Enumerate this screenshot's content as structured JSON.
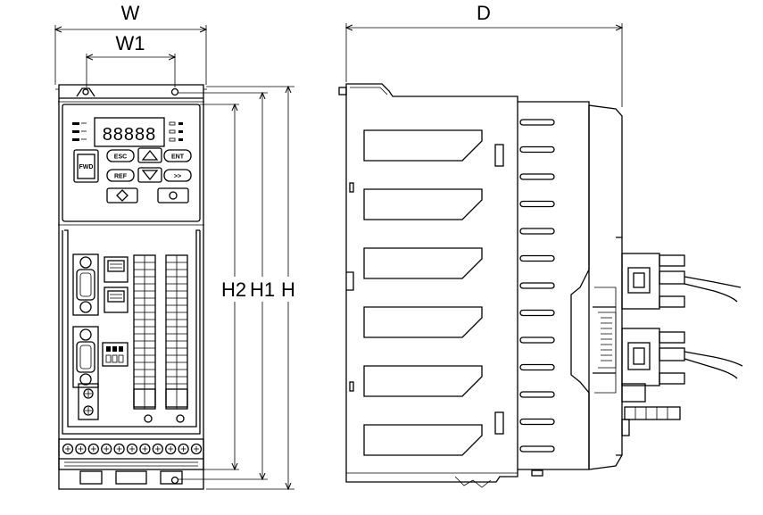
{
  "dimensions": {
    "width_label": "W",
    "mount_width_label": "W1",
    "depth_label": "D",
    "height_labels": [
      "H2",
      "H1",
      "H"
    ]
  },
  "keypad": {
    "display_digits": "88888",
    "esc_key": "ESC",
    "ent_key": "ENT",
    "ref_key": "REF",
    "shift_key": ">>",
    "rj45_label": "FWD",
    "run_icon": "run-icon",
    "stop_icon": "stop-icon",
    "up_icon": "up-arrow-icon",
    "down_icon": "down-arrow-icon"
  },
  "colors": {
    "line": "#000000",
    "background": "#ffffff"
  }
}
